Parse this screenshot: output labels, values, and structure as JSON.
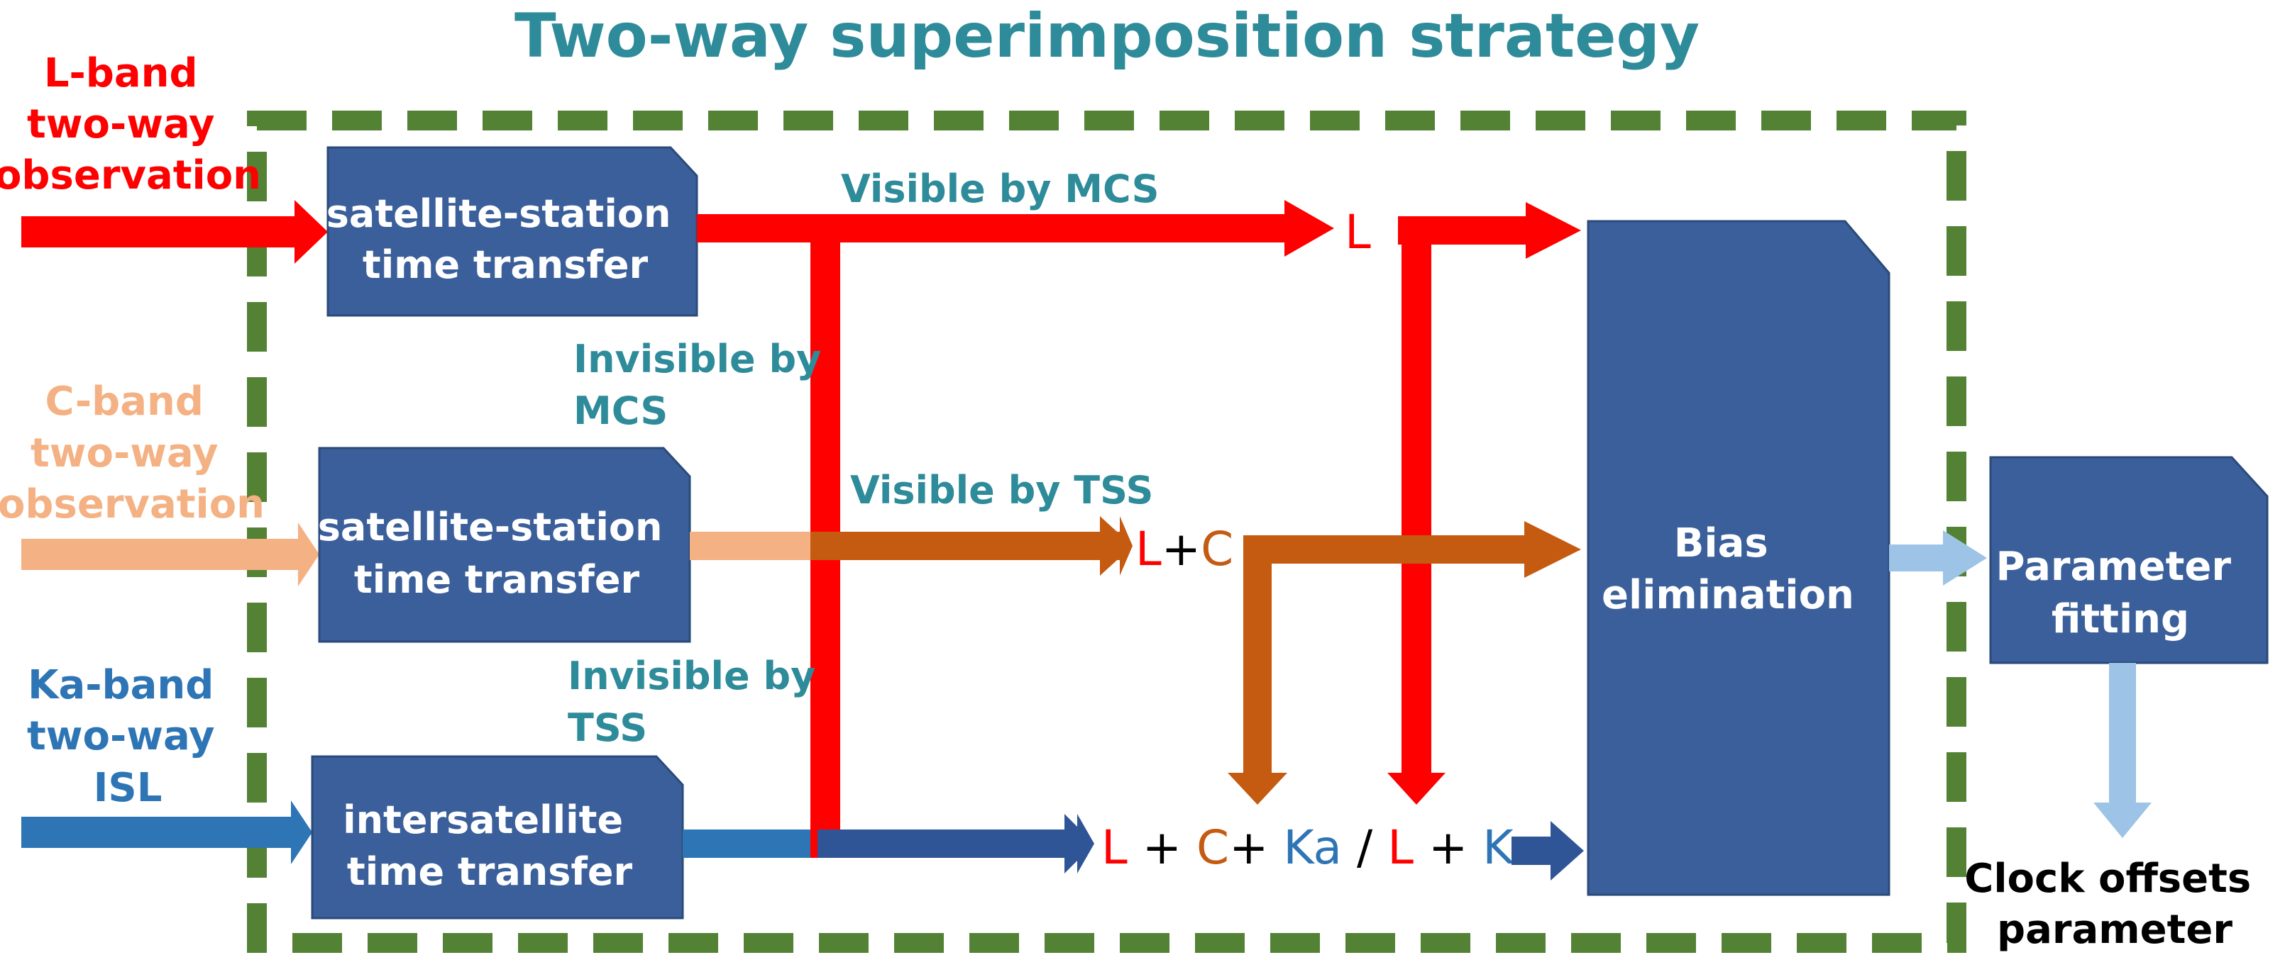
{
  "title": "Two-way superimposition strategy",
  "inputs": {
    "l_band": [
      "L-band",
      "two-way",
      "observation"
    ],
    "c_band": [
      "C-band",
      "two-way",
      "observation"
    ],
    "ka_band": [
      "Ka-band",
      "two-way",
      "ISL"
    ]
  },
  "boxes": {
    "sat_station_l": [
      "satellite-station",
      "time transfer"
    ],
    "sat_station_c": [
      "satellite-station",
      "time transfer"
    ],
    "intersatellite": [
      "intersatellite",
      "time transfer"
    ],
    "bias": [
      "Bias",
      "elimination"
    ],
    "param": [
      "Parameter",
      "fitting"
    ]
  },
  "labels": {
    "visible_mcs": "Visible by MCS",
    "invisible_mcs": [
      "Invisible by",
      "MCS"
    ],
    "visible_tss": "Visible by TSS",
    "invisible_tss": [
      "Invisible by",
      "TSS"
    ]
  },
  "combos": {
    "l": "L",
    "lc": {
      "l": "L",
      "plus": "+",
      "c": "C"
    },
    "lcka": {
      "l": "L",
      "plus1": " + ",
      "c": "C",
      "plus2": "+ ",
      "ka": "Ka",
      "slash": " / ",
      "l2": "L",
      "plus3": " + ",
      "ka2": "Ka"
    }
  },
  "output": [
    "Clock offsets",
    "parameter"
  ],
  "colors": {
    "title": "#2e8b9a",
    "l_band": "#ff0000",
    "c_band": "#f4b183",
    "ka_band": "#2e75b6",
    "box": "#3a5f9a",
    "box_text": "#ffffff",
    "orange_arrow": "#c55a11",
    "navy_arrow": "#2f5597",
    "light_blue_arrow": "#9dc3e6",
    "dashed_border": "#548235",
    "teal_label": "#2e8b9a",
    "combo_c": "#c55a11",
    "combo_ka": "#2e75b6"
  }
}
